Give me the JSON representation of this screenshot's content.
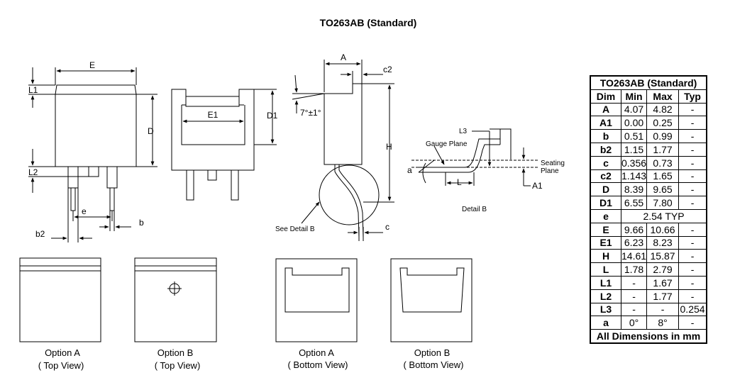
{
  "title": "TO263AB (Standard)",
  "labels": {
    "E": "E",
    "L1": "L1",
    "D": "D",
    "L2": "L2",
    "e": "e",
    "b2": "b2",
    "b": "b",
    "E1": "E1",
    "D1": "D1",
    "A": "A",
    "c2": "c2",
    "angle": "7°±1°",
    "H": "H",
    "see_detail": "See Detail B",
    "c": "c",
    "L3": "L3",
    "gauge_plane": "Gauge Plane",
    "seating": "Seating",
    "plane": "Plane",
    "a": "a",
    "L": "L",
    "A1": "A1",
    "detail_b": "Detail B"
  },
  "captions": [
    {
      "name": "Option A",
      "view": "(  Top View)"
    },
    {
      "name": "Option B",
      "view": "(  Top View)"
    },
    {
      "name": "Option A",
      "view": "(  Bottom View)"
    },
    {
      "name": "Option B",
      "view": "(  Bottom View)"
    }
  ],
  "table": {
    "title": "TO263AB (Standard)",
    "headers": [
      "Dim",
      "Min",
      "Max",
      "Typ"
    ],
    "rows": [
      [
        "A",
        "4.07",
        "4.82",
        "-"
      ],
      [
        "A1",
        "0.00",
        "0.25",
        "-"
      ],
      [
        "b",
        "0.51",
        "0.99",
        "-"
      ],
      [
        "b2",
        "1.15",
        "1.77",
        "-"
      ],
      [
        "c",
        "0.356",
        "0.73",
        "-"
      ],
      [
        "c2",
        "1.143",
        "1.65",
        "-"
      ],
      [
        "D",
        "8.39",
        "9.65",
        "-"
      ],
      [
        "D1",
        "6.55",
        "7.80",
        "-"
      ],
      [
        "e",
        "2.54 TYP"
      ],
      [
        "E",
        "9.66",
        "10.66",
        "-"
      ],
      [
        "E1",
        "6.23",
        "8.23",
        "-"
      ],
      [
        "H",
        "14.61",
        "15.87",
        "-"
      ],
      [
        "L",
        "1.78",
        "2.79",
        "-"
      ],
      [
        "L1",
        "-",
        "1.67",
        "-"
      ],
      [
        "L2",
        "-",
        "1.77",
        "-"
      ],
      [
        "L3",
        "-",
        "-",
        "0.254"
      ],
      [
        "a",
        "0°",
        "8°",
        "-"
      ]
    ],
    "footer": "All Dimensions in mm"
  }
}
